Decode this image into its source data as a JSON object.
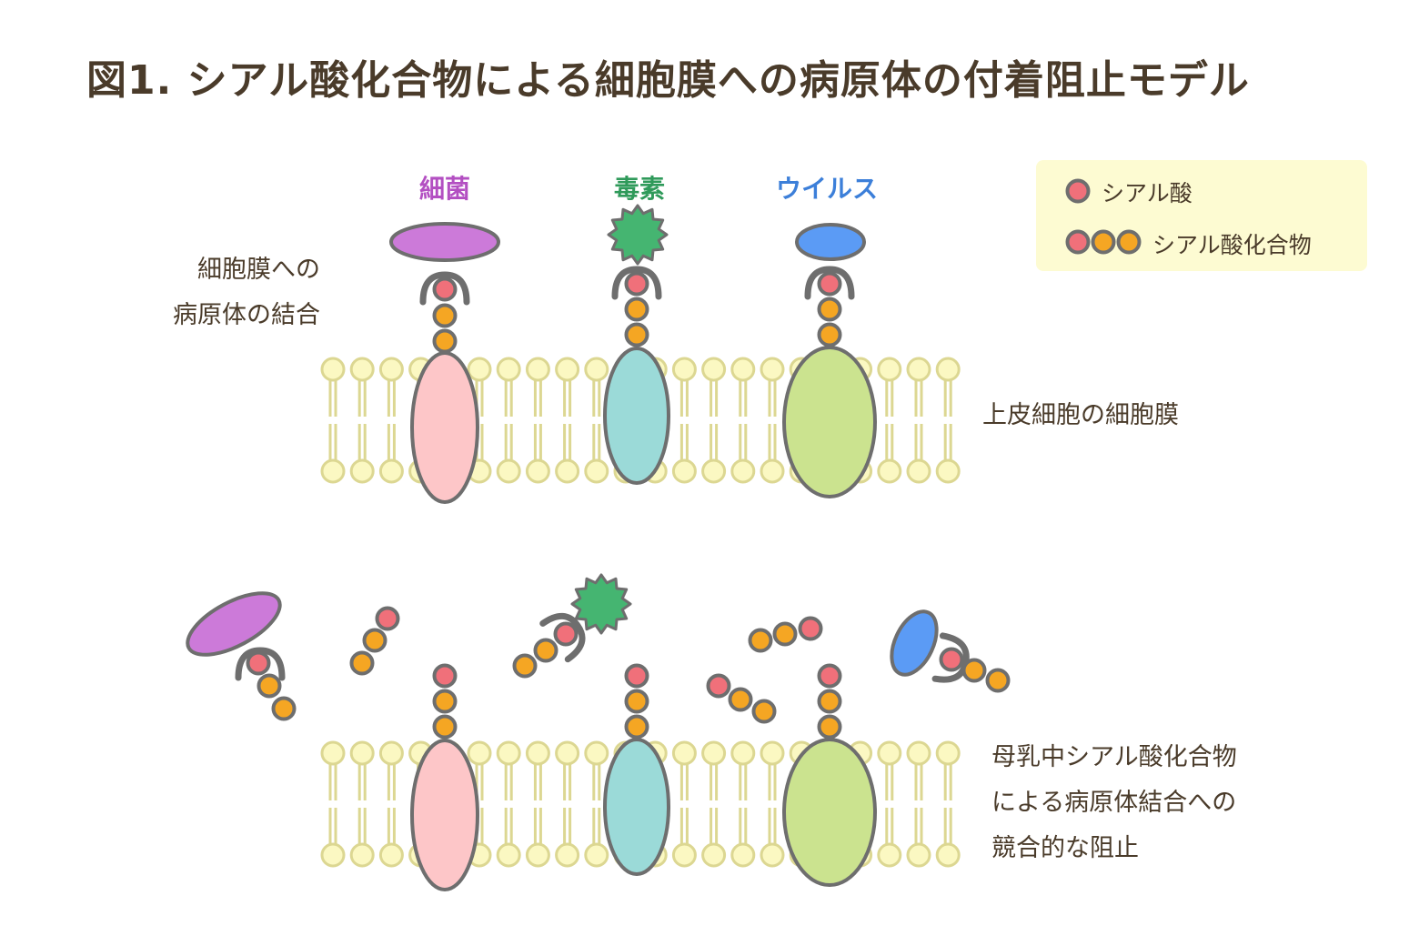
{
  "title": "図1. シアル酸化合物による細胞膜への病原体の付着阻止モデル",
  "pathogens": {
    "bacteria": "細菌",
    "toxin": "毒素",
    "virus": "ウイルス"
  },
  "labels": {
    "binding_line1": "細胞膜への",
    "binding_line2": "病原体の結合",
    "membrane": "上皮細胞の細胞膜",
    "inhibition_line1": "母乳中シアル酸化合物",
    "inhibition_line2": "による病原体結合への",
    "inhibition_line3": "競合的な阻止"
  },
  "legend": {
    "sialic_acid": "シアル酸",
    "sialic_compound": "シアル酸化合物"
  },
  "colors": {
    "text": "#4a3b2a",
    "bacteria": "#cc7ad9",
    "bacteria_label": "#b34fc2",
    "toxin": "#45b571",
    "toxin_label": "#2f9a5a",
    "virus": "#5b9bf5",
    "virus_label": "#3c7fd9",
    "sialic": "#f0707a",
    "sugar": "#f5a623",
    "receptor_pink": "#fdc6c8",
    "receptor_teal": "#9bdad8",
    "receptor_green": "#cbe38f",
    "lipid_head": "#fbf8c2",
    "lipid_stroke": "#dcd792",
    "outline": "#6e6e6e",
    "legend_bg": "#fdfbd2"
  }
}
